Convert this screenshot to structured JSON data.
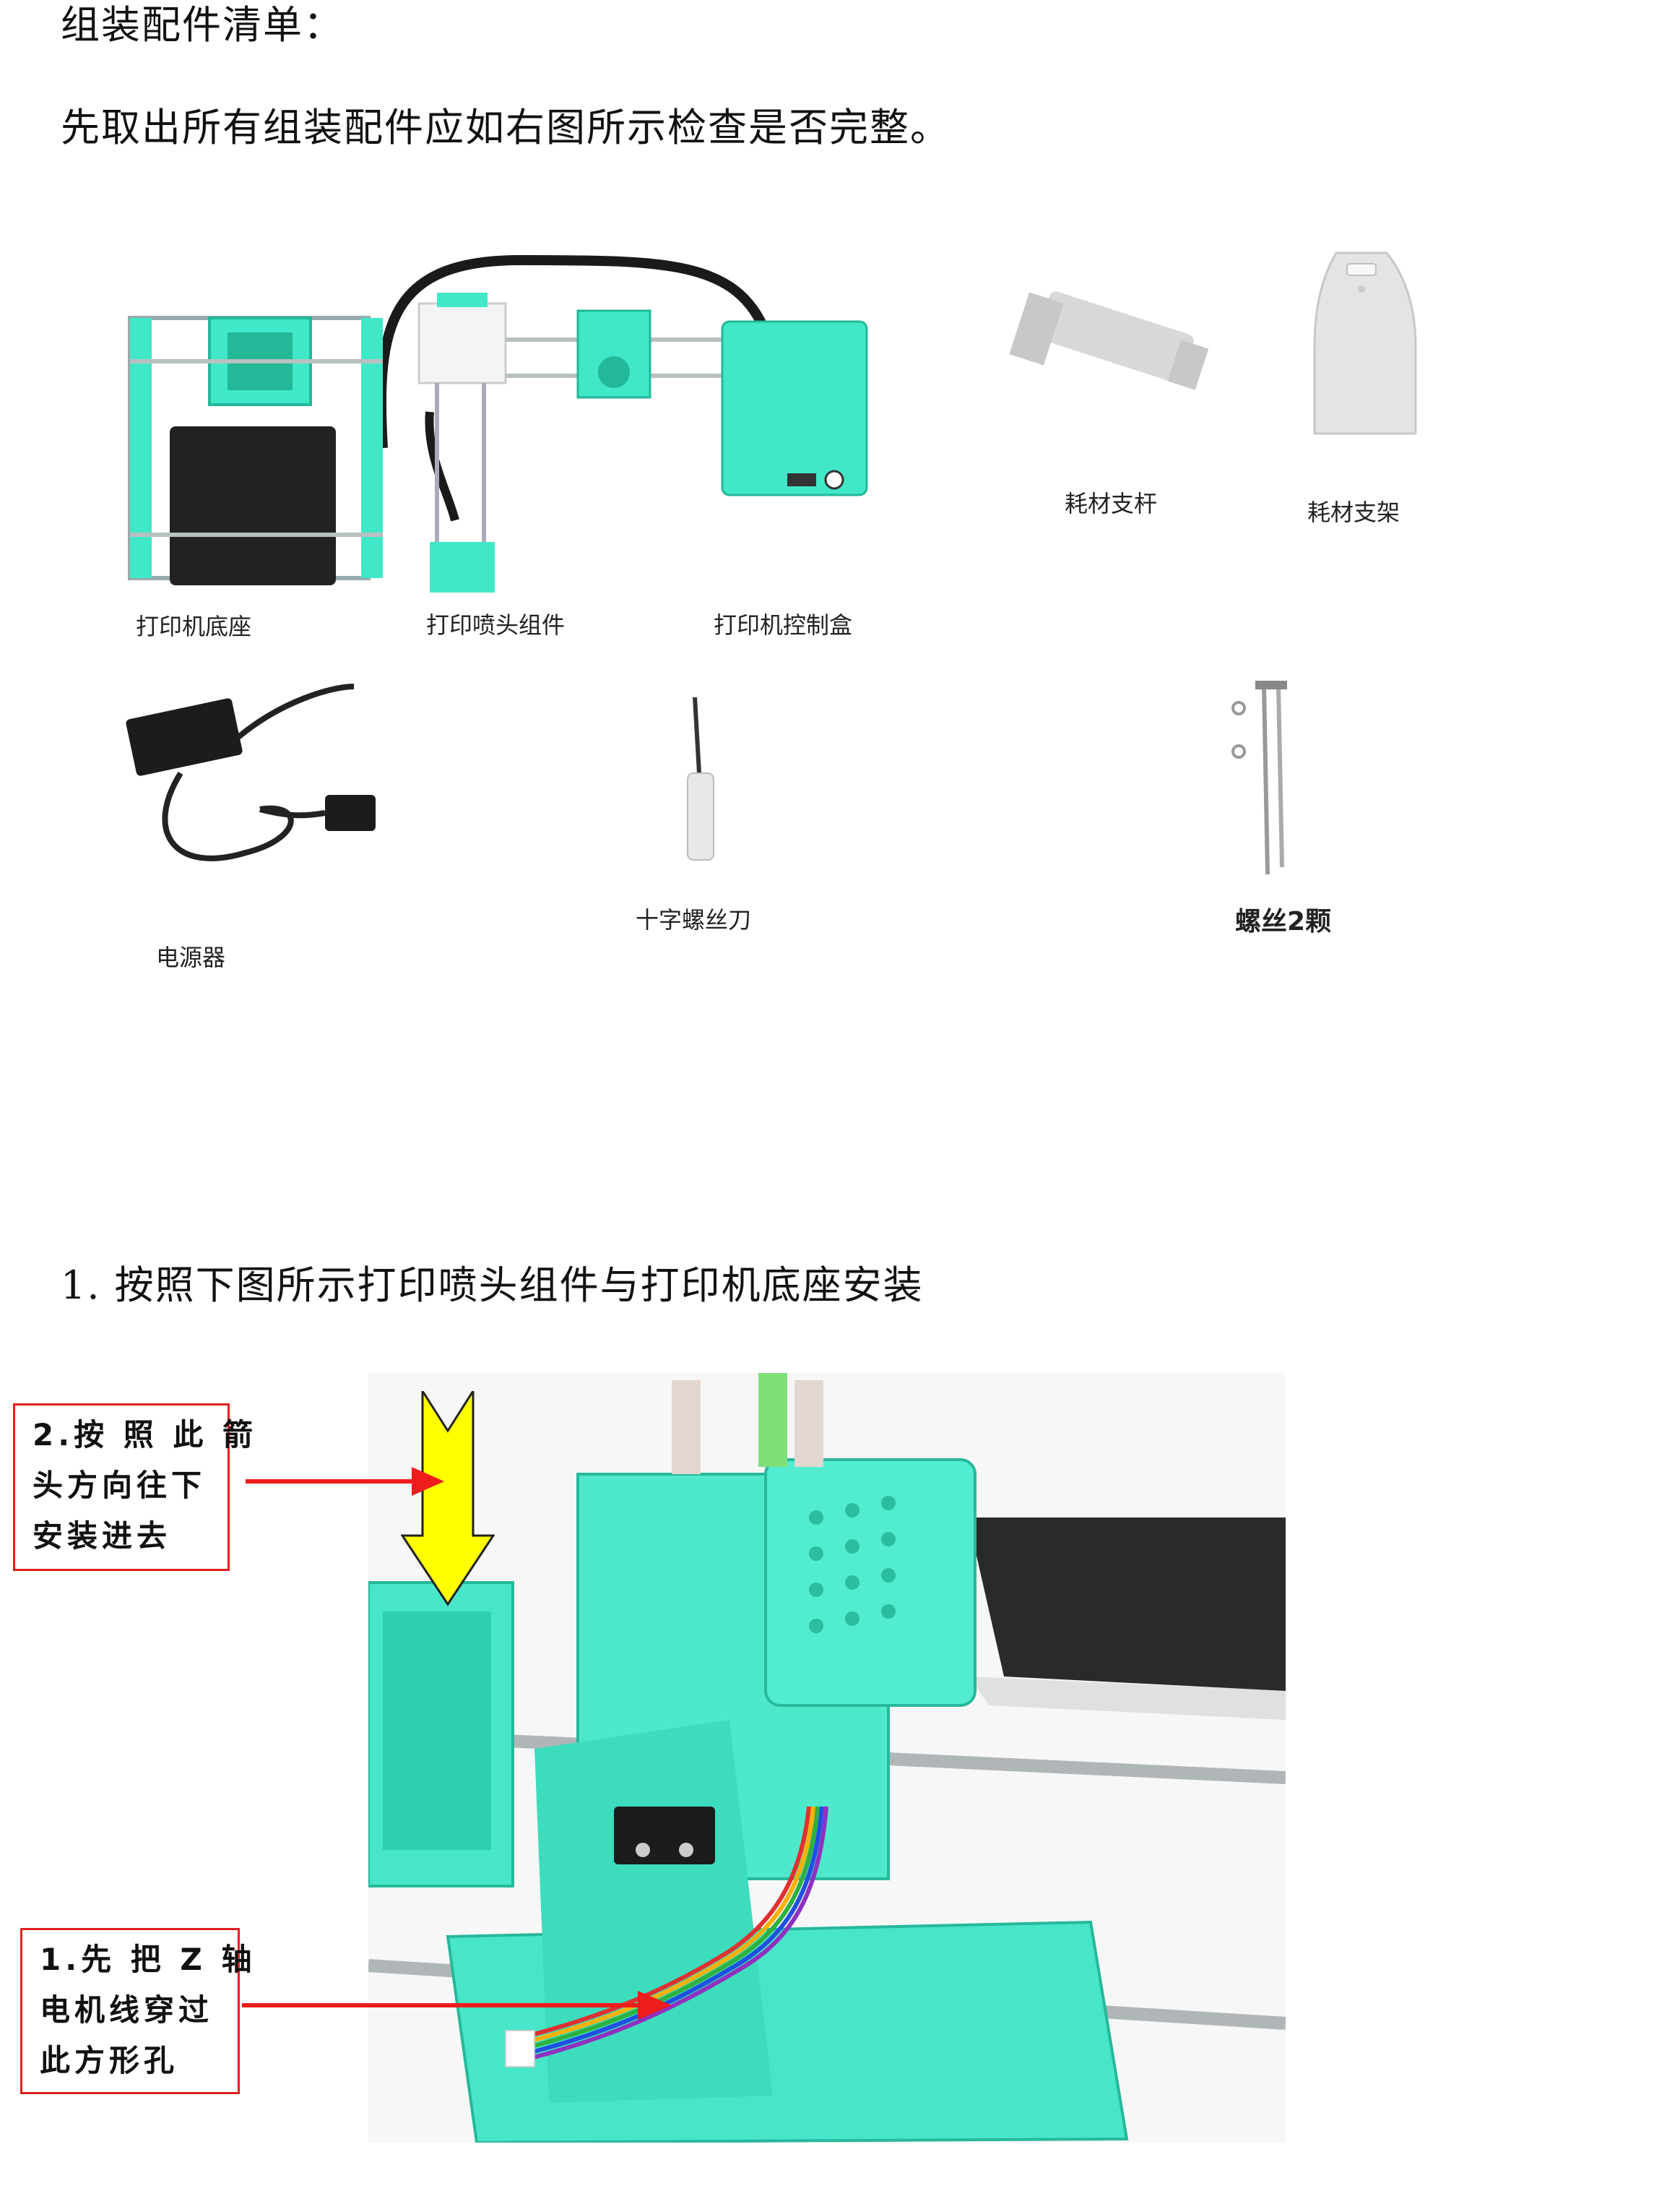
{
  "section_title": "组装配件清单：",
  "instruction": "先取出所有组装配件应如右图所示检查是否完整。",
  "parts": {
    "base": "打印机底座",
    "nozzle": "打印喷头组件",
    "control_box": "打印机控制盒",
    "spool_rod": "耗材支杆",
    "spool_holder": "耗材支架",
    "power_adapter": "电源器",
    "screwdriver": "十字螺丝刀",
    "screws": "螺丝2颗"
  },
  "step1_title": "1. 按照下图所示打印喷头组件与打印机底座安装",
  "callouts": {
    "arrow_note": [
      "2.按 照 此 箭",
      "头方向往下",
      "安装进去"
    ],
    "cable_note": [
      "1.先 把  Z 轴",
      "电机线穿过",
      "此方形孔"
    ]
  },
  "colors": {
    "teal": "#40e8c8",
    "teal_dark": "#22b898",
    "arrow_yellow": "#ffff00",
    "callout_red": "#e02020"
  }
}
